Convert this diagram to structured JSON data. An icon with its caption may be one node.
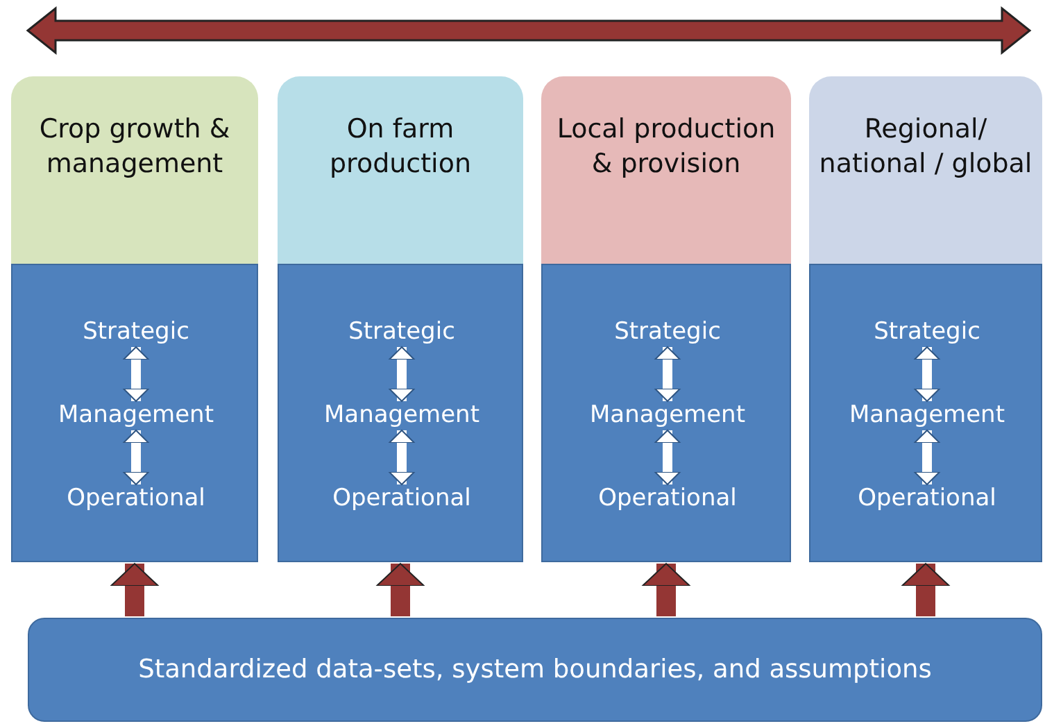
{
  "diagram": {
    "nodes": [
      {
        "text": [
          "Crop growth & management"
        ]
      },
      {
        "text": [
          "On farm production"
        ]
      },
      {
        "text": [
          "Local production & provision"
        ]
      },
      {
        "text": [
          "Regional/ national / global"
        ]
      },
      {
        "text": [],
        "shape": "box"
      },
      {
        "text": [
          "Strategic"
        ],
        "in": 4
      },
      {
        "text": [
          "Management"
        ],
        "in": 4
      },
      {
        "text": [
          "Operational"
        ],
        "in": 4
      },
      {
        "text": [],
        "shape": "box"
      },
      {
        "text": [
          "Strategic"
        ],
        "in": 8
      },
      {
        "text": [
          "Management"
        ],
        "in": 8
      },
      {
        "text": [
          "Operational"
        ],
        "in": 8
      },
      {
        "text": [],
        "shape": "box"
      },
      {
        "text": [
          "Strategic"
        ],
        "in": 12
      },
      {
        "text": [
          "Management"
        ],
        "in": 12
      },
      {
        "text": [
          "Operational"
        ],
        "in": 12
      },
      {
        "text": [],
        "shape": "box"
      },
      {
        "text": [
          "Strategic"
        ],
        "in": 16
      },
      {
        "text": [
          "Management"
        ],
        "in": 16
      },
      {
        "text": [
          "Operational"
        ],
        "in": 16
      },
      {
        "text": [
          "Standardized data-sets, system boundaries, and assumptions"
        ]
      }
    ],
    "edges": [
      {
        "from": 5,
        "to": 6,
        "arrow": "both"
      },
      {
        "from": 6,
        "to": 7,
        "arrow": "both"
      },
      {
        "from": 9,
        "to": 10,
        "arrow": "both"
      },
      {
        "from": 10,
        "to": 11,
        "arrow": "both"
      },
      {
        "from": 13,
        "to": 14,
        "arrow": "both"
      },
      {
        "from": 14,
        "to": 15,
        "arrow": "both"
      },
      {
        "from": 17,
        "to": 18,
        "arrow": "both"
      },
      {
        "from": 18,
        "to": 19,
        "arrow": "both"
      },
      {
        "from": 20,
        "to": 4,
        "arrow": "to",
        "style": "thick",
        "color": "#943634"
      },
      {
        "from": 20,
        "to": 8,
        "arrow": "to",
        "style": "thick",
        "color": "#943634"
      },
      {
        "from": 20,
        "to": 12,
        "arrow": "to",
        "style": "thick",
        "color": "#943634"
      },
      {
        "from": 20,
        "to": 16,
        "arrow": "to",
        "style": "thick",
        "color": "#943634"
      }
    ]
  }
}
